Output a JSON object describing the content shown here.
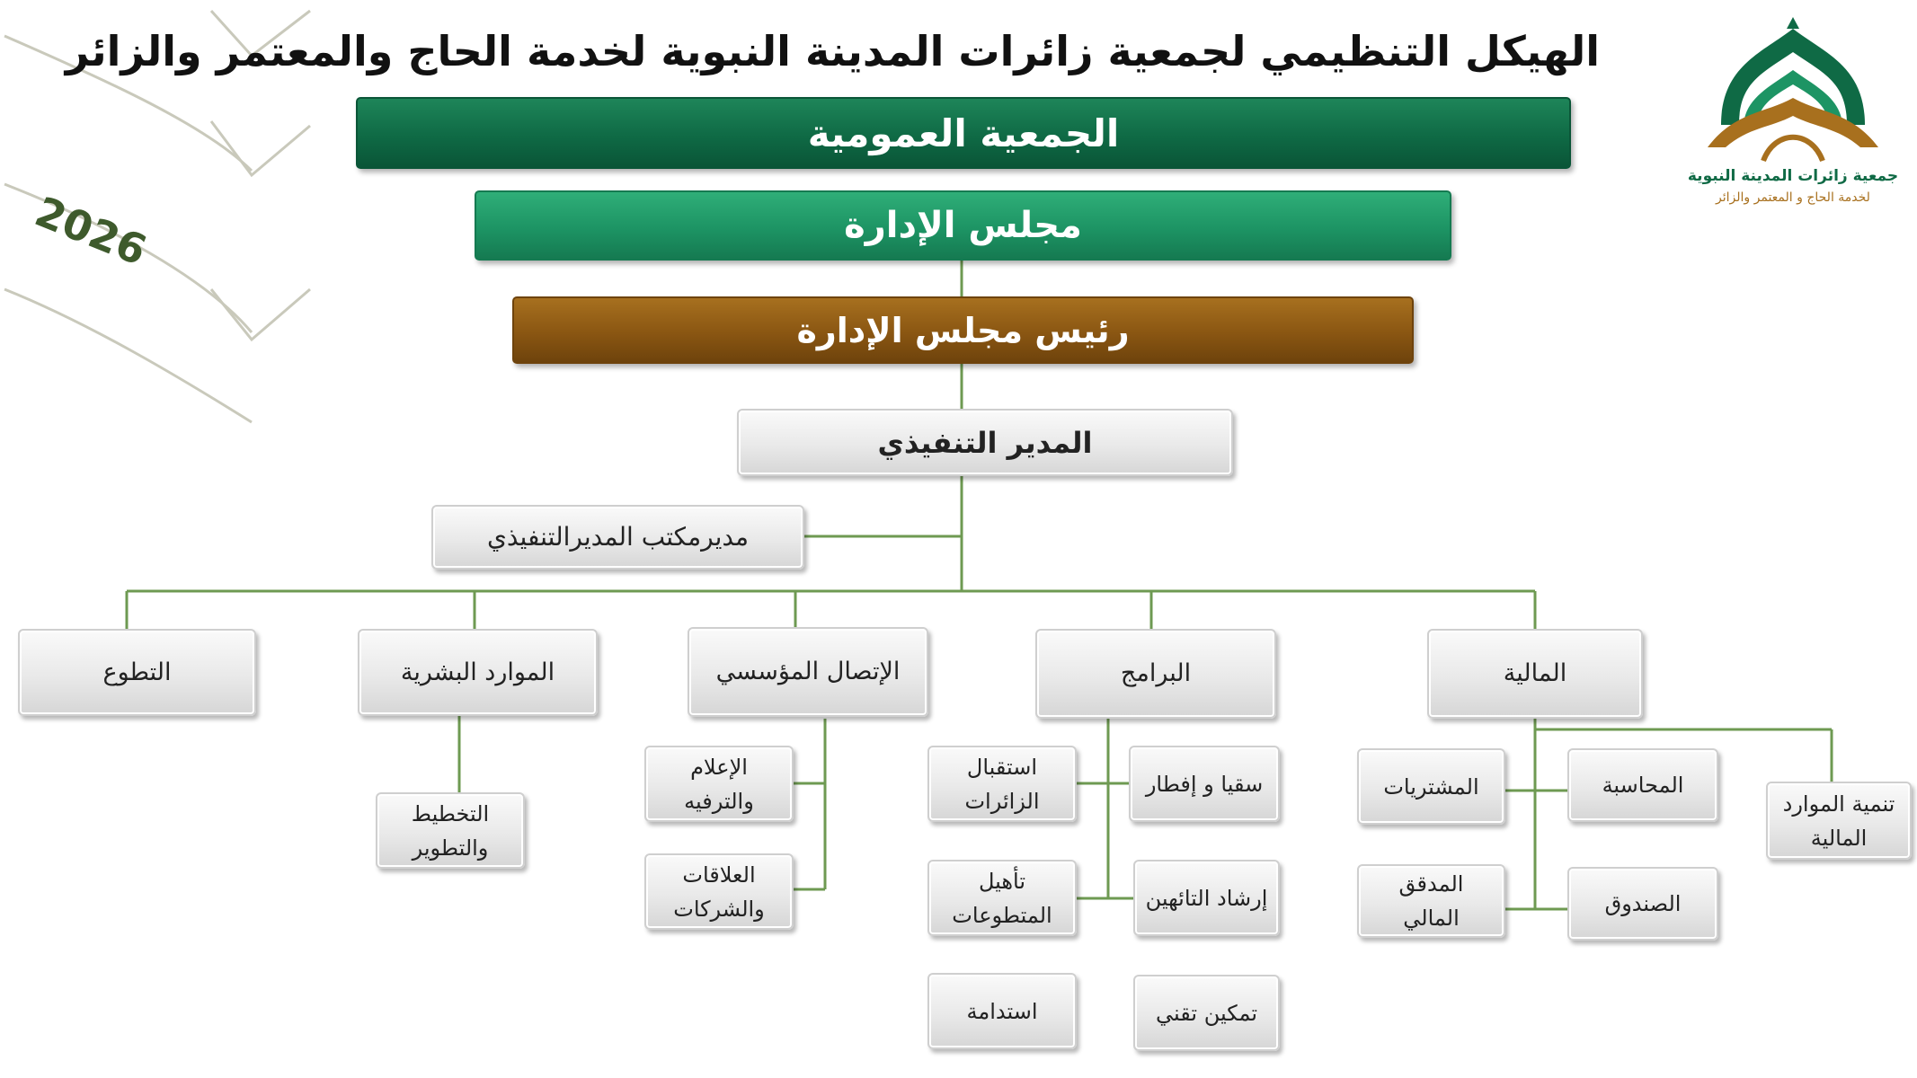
{
  "title": "الهيكل التنظيمي لجمعية زائرات المدينة النبوية لخدمة الحاج والمعتمر والزائر",
  "year": "2026",
  "logo": {
    "line1": "جمعية زائرات المدينة النبوية",
    "line2": "لخدمة الحاج و المعتمر والزائر"
  },
  "colors": {
    "general_assembly": "#0f6a45",
    "board": "#1d9464",
    "chairman": "#8a5612",
    "connector": "#6e9a52",
    "title_accent": "#0f6a45"
  },
  "levels": {
    "general_assembly": "الجمعية العمومية",
    "board": "مجلس الإدارة",
    "chairman": "رئيس مجلس الإدارة",
    "executive_director": "المدير التنفيذي",
    "office_manager": "مديرمكتب المديرالتنفيذي"
  },
  "departments": {
    "finance": "المالية",
    "programs": "البرامج",
    "communication": "الإتصال المؤسسي",
    "hr": "الموارد البشرية",
    "volunteering": "التطوع"
  },
  "units": {
    "financial_resources": "تنمية الموارد المالية",
    "accounting": "المحاسبة",
    "procurement": "المشتريات",
    "treasury": "الصندوق",
    "auditor": "المدقق المالي",
    "saqya": "سقيا و إفطار",
    "reception": "استقبال الزائرات",
    "lost_guidance": "إرشاد التائهين",
    "volunteer_training": "تأهيل المتطوعات",
    "tech": "تمكين تقني",
    "sustainability": "استدامة",
    "media": "الإعلام والترفيه",
    "partnerships": "العلاقات والشركات",
    "planning": "التخطيط والتطوير"
  }
}
